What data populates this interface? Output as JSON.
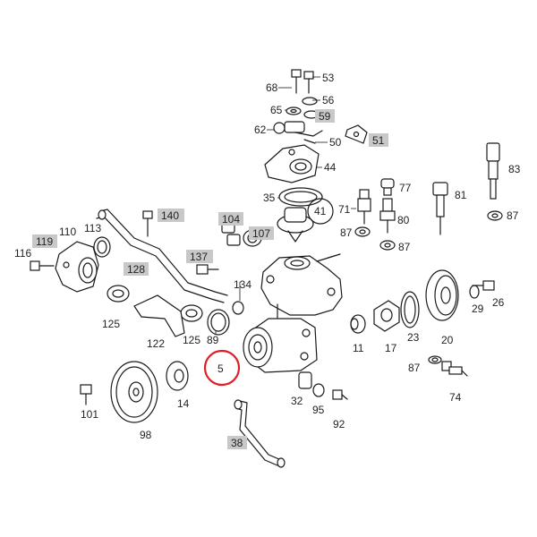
{
  "labels": {
    "l5": "5",
    "l11": "11",
    "l14": "14",
    "l17": "17",
    "l20": "20",
    "l23": "23",
    "l26": "26",
    "l29": "29",
    "l32": "32",
    "l35": "35",
    "l41": "41",
    "l44": "44",
    "l50": "50",
    "l53": "53",
    "l56": "56",
    "l62": "62",
    "l65": "65",
    "l68": "68",
    "l71": "71",
    "l74": "74",
    "l77": "77",
    "l80": "80",
    "l81": "81",
    "l83": "83",
    "l87a": "87",
    "l87b": "87",
    "l87c": "87",
    "l87d": "87",
    "l89": "89",
    "l92": "92",
    "l95": "95",
    "l98": "98",
    "l101": "101",
    "l110": "110",
    "l113": "113",
    "l116": "116",
    "l122": "122",
    "l125a": "125",
    "l125b": "125",
    "l134": "134"
  },
  "shaded_labels": {
    "l38": "38",
    "l51": "51",
    "l59": "59",
    "l104": "104",
    "l107": "107",
    "l119": "119",
    "l128": "128",
    "l137": "137",
    "l140": "140"
  },
  "highlight": {
    "label": "5",
    "color": "#e01f26"
  },
  "colors": {
    "shade": "#c8c8c8",
    "ink": "#1a1a1a"
  }
}
